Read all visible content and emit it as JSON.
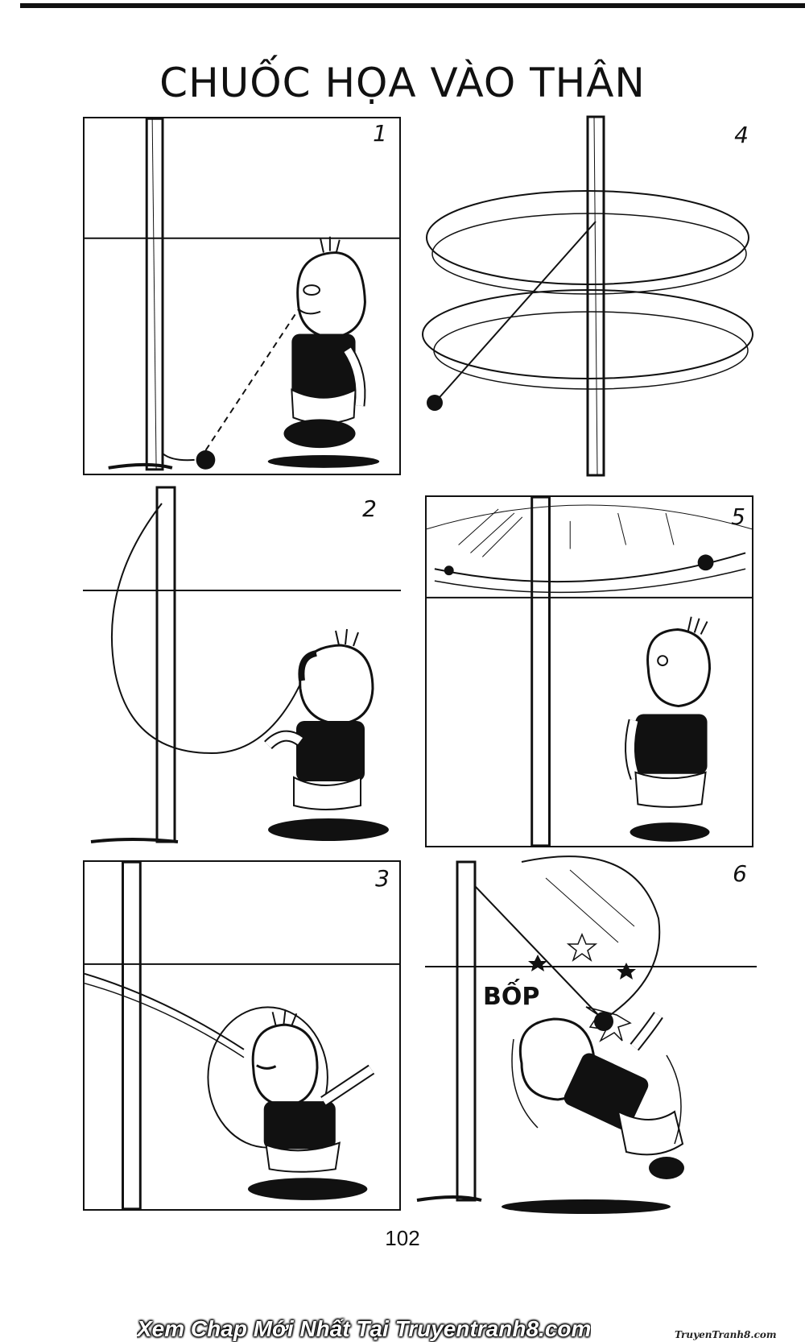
{
  "title": "CHUỐC HỌA VÀO THÂN",
  "page_number": "102",
  "panels": [
    {
      "number": "1"
    },
    {
      "number": "2"
    },
    {
      "number": "3"
    },
    {
      "number": "4"
    },
    {
      "number": "5"
    },
    {
      "number": "6",
      "sfx": "BỐP"
    }
  ],
  "watermark": "Xem Chap Mới Nhất Tại Truyentranh8.com",
  "brand": "TruyenTranh8.com"
}
